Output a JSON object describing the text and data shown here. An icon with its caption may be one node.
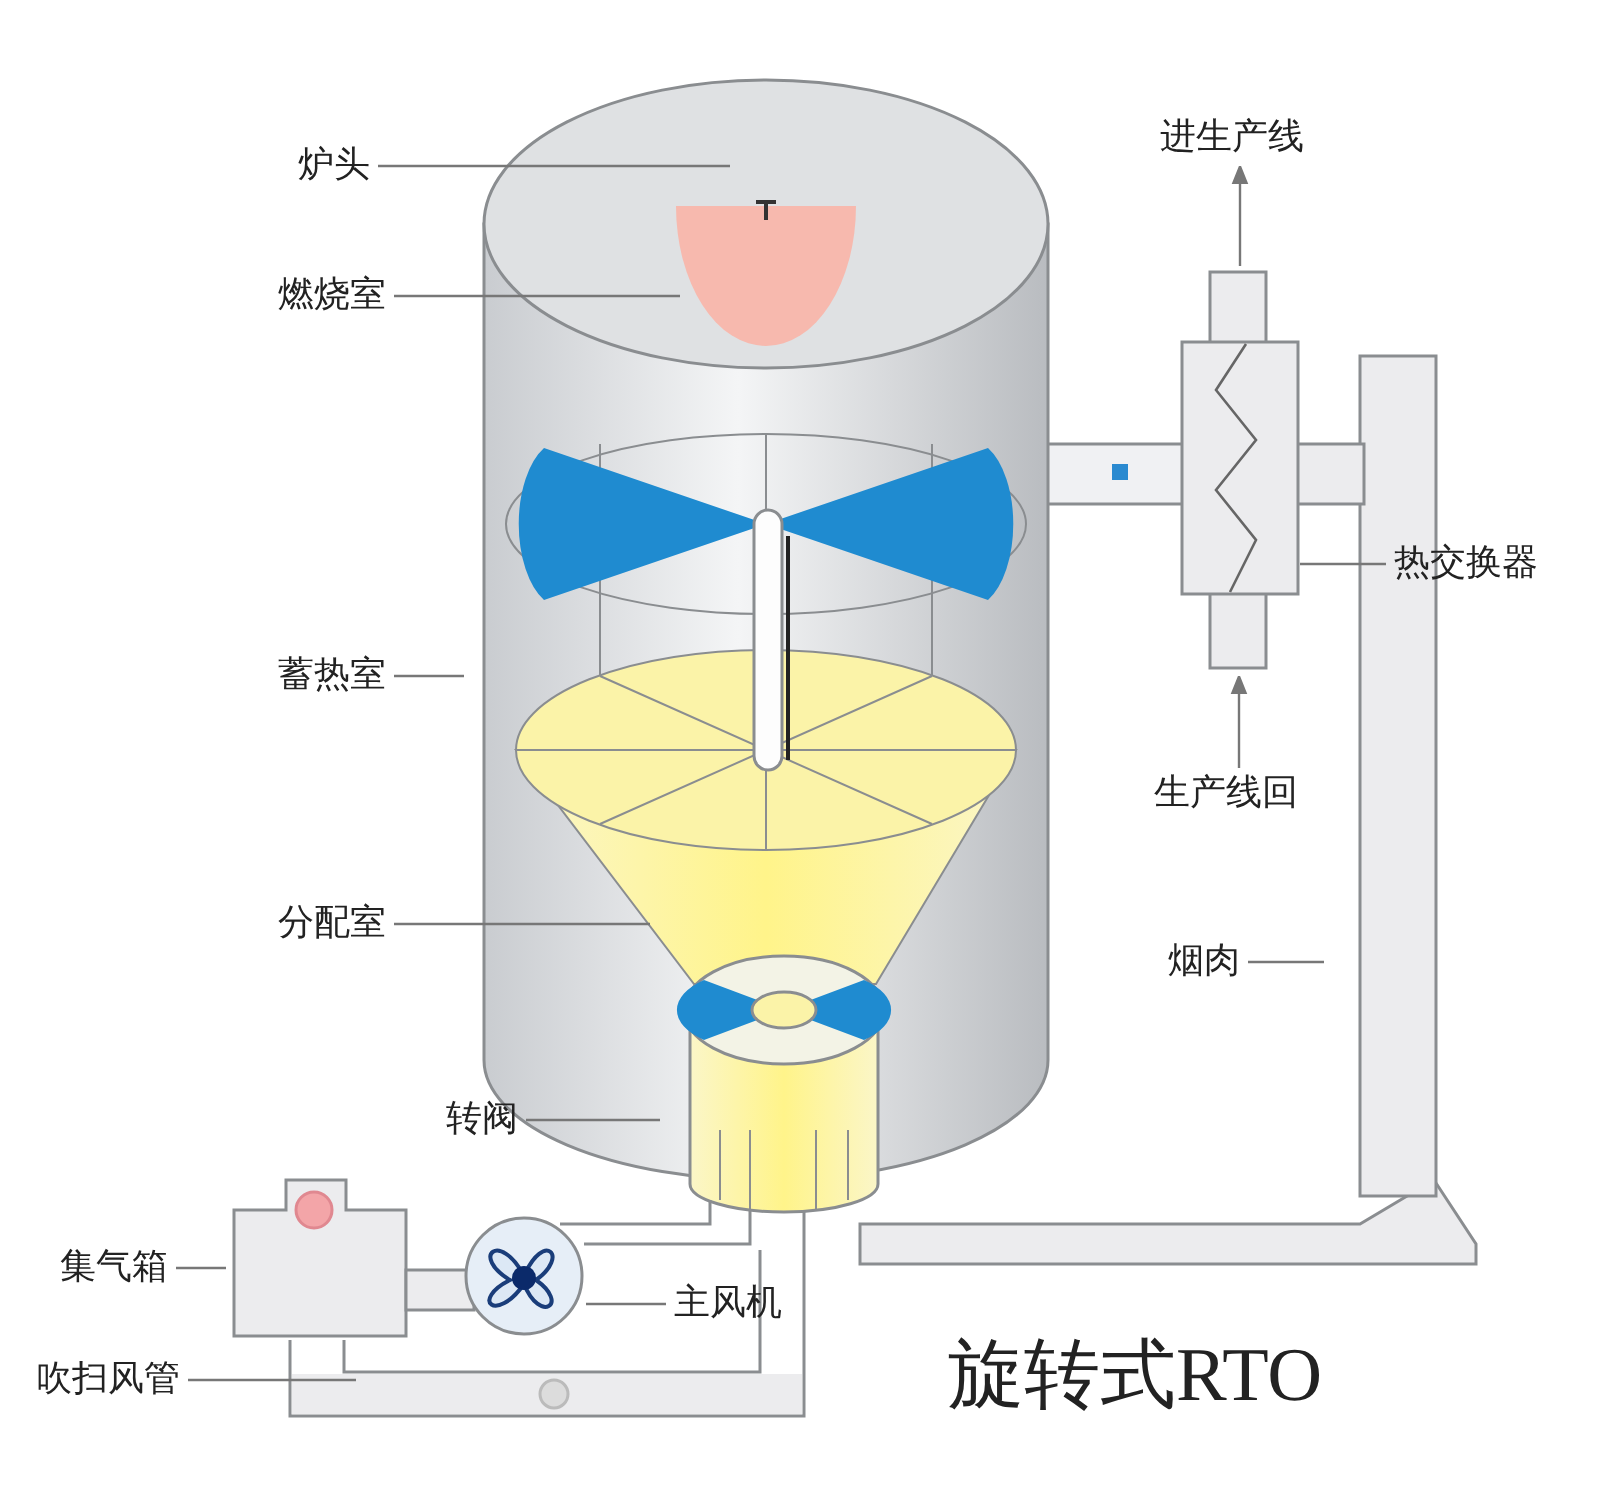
{
  "diagram": {
    "title": "旋转式RTO",
    "nodes": [
      {
        "text": [
          "炉头"
        ]
      },
      {
        "text": [
          "燃烧室"
        ]
      },
      {
        "text": [
          "蓄热室"
        ]
      },
      {
        "text": [
          "分配室"
        ]
      },
      {
        "text": [
          "转阀"
        ]
      },
      {
        "text": [
          "集气箱"
        ]
      },
      {
        "text": [
          "吹扫风管"
        ]
      },
      {
        "text": [
          "主风机"
        ]
      },
      {
        "text": [
          "进生产线"
        ]
      },
      {
        "text": [],
        "shape": "box"
      },
      {
        "text": [
          "热交换器"
        ]
      },
      {
        "text": [
          "生产线回"
        ]
      },
      {
        "text": [
          "烟肉"
        ]
      }
    ],
    "edges": [
      {
        "from": 0,
        "to": null,
        "arrow": "none"
      },
      {
        "from": 1,
        "to": null,
        "arrow": "none"
      },
      {
        "from": 2,
        "to": null,
        "arrow": "none"
      },
      {
        "from": 3,
        "to": null,
        "arrow": "none"
      },
      {
        "from": 4,
        "to": null,
        "arrow": "none"
      },
      {
        "from": 5,
        "to": null,
        "arrow": "none"
      },
      {
        "from": 6,
        "to": null,
        "arrow": "none"
      },
      {
        "from": 7,
        "to": null,
        "arrow": "none"
      },
      {
        "from": 9,
        "to": 8,
        "arrow": "to"
      },
      {
        "from": 10,
        "to": 9,
        "arrow": "none"
      },
      {
        "from": 11,
        "to": 9,
        "arrow": "to"
      },
      {
        "from": 12,
        "to": null,
        "arrow": "none"
      }
    ]
  }
}
